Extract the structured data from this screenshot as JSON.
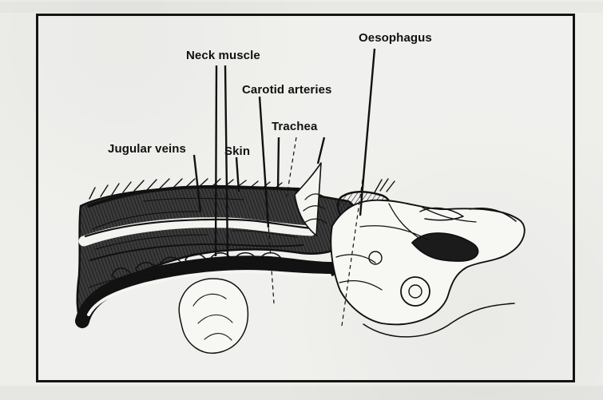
{
  "diagram": {
    "labels": {
      "neck_muscle": "Neck muscle",
      "oesophagus": "Oesophagus",
      "carotid_arteries": "Carotid arteries",
      "trachea": "Trachea",
      "jugular_veins": "Jugular veins",
      "skin": "Skin"
    },
    "colors": {
      "ink": "#111111",
      "paper": "#eeeeeb",
      "shade": "#1f1f1f"
    }
  }
}
